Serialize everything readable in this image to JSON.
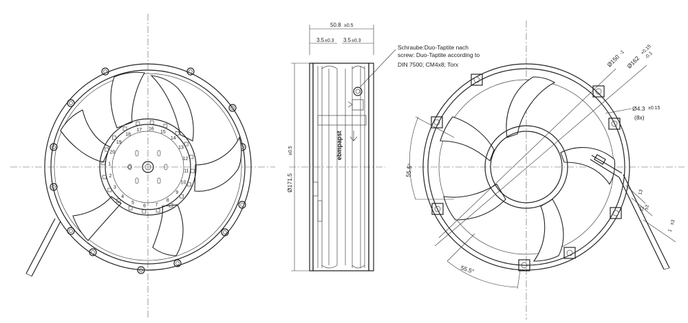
{
  "drawing": {
    "side_view": {
      "overall_width": "50.8",
      "overall_width_tol": "±0.5",
      "offset_left": "3.5",
      "offset_left_tol": "±0.3",
      "offset_right": "3.5",
      "offset_right_tol": "±0.3",
      "diameter": "Ø171.5",
      "diameter_tol": "±0.5",
      "brand": "ebmpapst",
      "screw_note_line1": "Schraube:Duo-Taptite nach",
      "screw_note_line2": "screw: Duo-Taptite according to",
      "screw_note_line3": "DIN 7500; CM4x8; Torx"
    },
    "rear_view": {
      "dia_150": "Ø150",
      "dia_150_tol": "-1",
      "dia_162": "Ø162",
      "dia_162_tol_upper": "+0.15",
      "dia_162_tol_lower": "-0.1",
      "hole_dia": "Ø4.3",
      "hole_tol": "±0.15",
      "hole_count": "(8x)",
      "angle_1": "55.5°",
      "angle_2": "55.5°",
      "dim_13": "13",
      "dim_13_2": "12",
      "dim_13_2_tol": "±2",
      "cable_dim": "1",
      "cable_tol": "±3"
    },
    "terminal_numbers": [
      "1",
      "2",
      "3",
      "4",
      "5",
      "6",
      "7",
      "8",
      "9",
      "10",
      "11",
      "12",
      "13",
      "14",
      "15",
      "16",
      "17",
      "18",
      "19",
      "20"
    ]
  }
}
